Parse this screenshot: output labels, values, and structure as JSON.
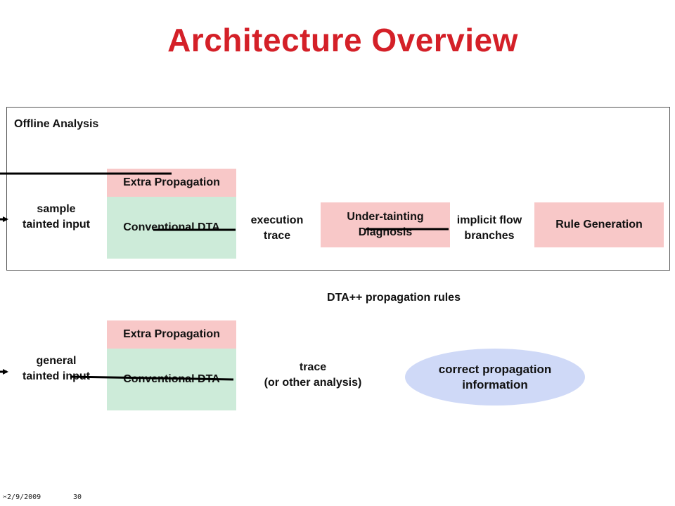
{
  "title": "Architecture Overview",
  "offline": {
    "label": "Offline Analysis",
    "extra_propagation": "Extra Propagation",
    "conventional_dta": "Conventional DTA",
    "input_label": "sample\ntainted input",
    "execution_trace": "execution\ntrace",
    "under_tainting": "Under-tainting\nDiagnosis",
    "implicit_flow": "implicit flow\nbranches",
    "rule_generation": "Rule Generation"
  },
  "rules_label": "DTA++ propagation rules",
  "online": {
    "extra_propagation": "Extra Propagation",
    "conventional_dta": "Conventional DTA",
    "input_label": "general\ntainted input",
    "trace": "trace\n(or other analysis)",
    "result": "correct  propagation\ninformation"
  },
  "footer": {
    "date": "2/9/2009",
    "page": "30"
  },
  "colors": {
    "title": "#d42028",
    "extra_propagation": "#f8c8c8",
    "conventional_dta": "#cdebd9",
    "result": "#cfd9f7"
  }
}
